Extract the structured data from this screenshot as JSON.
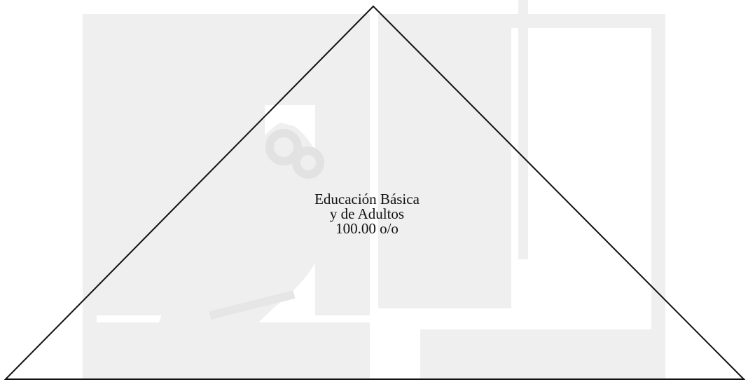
{
  "diagram": {
    "shape": "triangle",
    "label_lines": [
      "Educación Básica",
      "y de Adultos",
      "100.00 o/o"
    ]
  },
  "watermark": {
    "description_icon": "owl-logo-icon",
    "color": "#efefef"
  },
  "colors": {
    "stroke": "#111111",
    "background": "#ffffff"
  }
}
